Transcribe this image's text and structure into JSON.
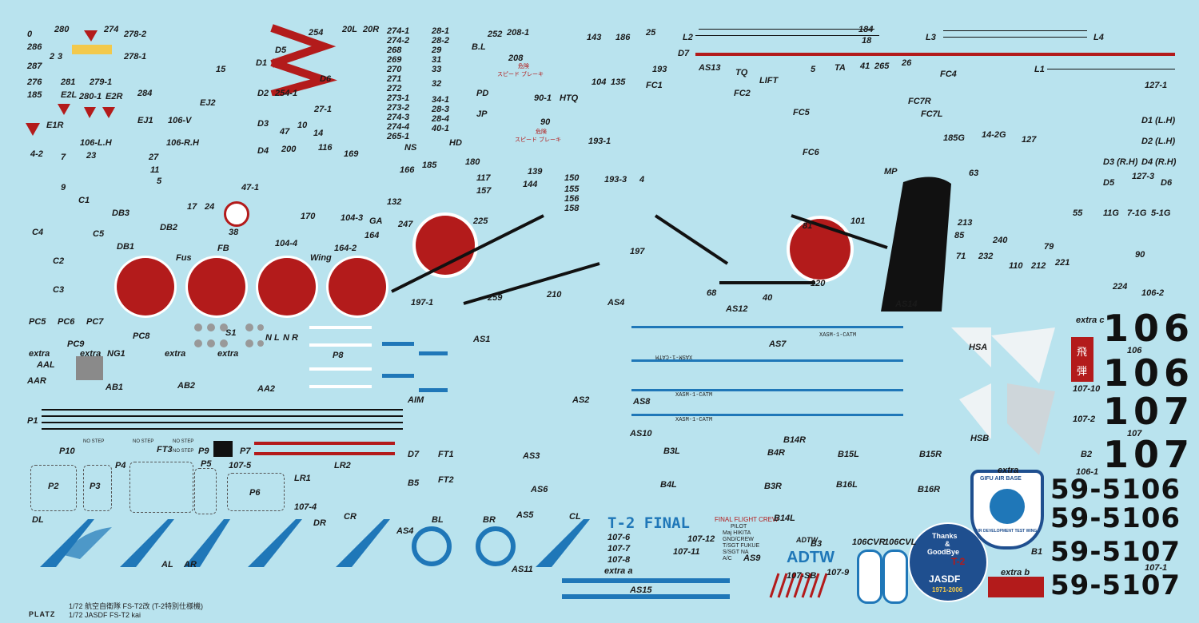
{
  "labels": {
    "top_left": [
      "0",
      "280",
      "274",
      "278-2",
      "286",
      "278-1",
      "287",
      "2",
      "3",
      "276",
      "281",
      "279-1",
      "185",
      "E2L",
      "280-1",
      "E2R",
      "284",
      "E1R",
      "EJ2",
      "EJ1",
      "106-V",
      "106-L.H",
      "106-R.H",
      "4-2",
      "7",
      "23",
      "27",
      "11",
      "5",
      "15",
      "D1",
      "D2",
      "D3",
      "D4",
      "D5",
      "D6",
      "254",
      "254-1",
      "27-1",
      "10",
      "47",
      "14",
      "200",
      "116",
      "169",
      "170",
      "9",
      "C1",
      "C4",
      "C5",
      "C2",
      "C3",
      "DB3",
      "DB2",
      "DB1",
      "Fus",
      "FB",
      "Wing",
      "PC5",
      "PC6",
      "PC7",
      "PC8",
      "PC9",
      "S1",
      "N L",
      "N R",
      "P8",
      "extra",
      "NG1",
      "AAL",
      "AAR",
      "AB1",
      "AB2",
      "AA2",
      "AIM",
      "P1",
      "P10",
      "FT3",
      "P9",
      "P7",
      "P2",
      "P3",
      "P4",
      "P5",
      "107-5",
      "P6",
      "LR1",
      "LR2",
      "107-4",
      "D7",
      "B5",
      "FT1",
      "FT2",
      "DL",
      "AL",
      "AR",
      "DR",
      "CR",
      "AS4",
      "BL",
      "BR",
      "CL",
      "AS5",
      "AS11",
      "17",
      "24",
      "38",
      "47-1",
      "104-3",
      "104-4",
      "164-2",
      "GA",
      "164",
      "247",
      "225",
      "197-1",
      "259",
      "210",
      "20L",
      "20R",
      "132",
      "274-1",
      "274-2",
      "268",
      "269",
      "270",
      "271",
      "272",
      "273-1",
      "273-2",
      "274-3",
      "274-4",
      "265-1",
      "28-1",
      "28-2",
      "29",
      "31",
      "33",
      "32",
      "34-1",
      "28-3",
      "28-4",
      "40-1",
      "NS",
      "HD",
      "166",
      "185",
      "180",
      "252",
      "208-1",
      "B.L",
      "208",
      "PD",
      "90-1",
      "HTQ",
      "JP",
      "90",
      "117",
      "157",
      "144",
      "139",
      "150",
      "155",
      "156",
      "158",
      "193-1",
      "193-3",
      "4",
      "143",
      "186",
      "25",
      "104",
      "135",
      "193",
      "FC1",
      "AS13",
      "TQ",
      "LIFT",
      "5",
      "TA",
      "41",
      "265",
      "26",
      "L2",
      "L3",
      "L4",
      "184",
      "18",
      "D7",
      "L1",
      "FC2",
      "FC5",
      "FC6",
      "FC4",
      "FC7R",
      "FC7L",
      "MP",
      "185G",
      "14-2G",
      "127",
      "63",
      "127-1",
      "D1 (L.H)",
      "D2 (L.H)",
      "D3 (R.H)",
      "D4 (R.H)",
      "D5",
      "D6",
      "127-3",
      "55",
      "11G",
      "7-1G",
      "5-1G",
      "213",
      "85",
      "240",
      "197",
      "81",
      "101",
      "120",
      "68",
      "40",
      "AS14",
      "AS12",
      "AS4",
      "AS1",
      "AS7",
      "AS2",
      "AS8",
      "AS10",
      "AS3",
      "AS6",
      "B3L",
      "B4L",
      "B3R",
      "B4R",
      "B14R",
      "B15L",
      "B15R",
      "B16L",
      "B16R",
      "B14L",
      "71",
      "232",
      "110",
      "212",
      "221",
      "224",
      "79",
      "106-2",
      "90",
      "HSA",
      "HSB",
      "extra c",
      "106",
      "107",
      "107-10",
      "107-2",
      "B2",
      "106-1",
      "extra",
      "B1",
      "107-1",
      "extra b",
      "extra a",
      "AS9",
      "AS15",
      "106CVR",
      "106CVL",
      "ADTW",
      "B3",
      "107-9",
      "107-SB",
      "107-6",
      "107-7",
      "107-8",
      "107-11",
      "107-12"
    ]
  },
  "big_numbers": {
    "n106a": "106",
    "n106b": "106",
    "n107a": "107",
    "n107b": "107"
  },
  "serials": [
    "59-5106",
    "59-5106",
    "59-5107",
    "59-5107"
  ],
  "final": {
    "title": "T-2 FINAL",
    "crew_title": "FINAL FLIGHT CREW",
    "pilot": "PILOT",
    "crew_lines": [
      "Maj HIKITA",
      "GND/CREW",
      "T/SGT FUKUE",
      "S/SGT NA",
      "A/C"
    ]
  },
  "xasm": "XASM-1-CATM",
  "adtw": "ADTW",
  "gifu": {
    "top": "GIFU AIR BASE",
    "bottom": "AIR DEVELOPMENT TEST WING"
  },
  "badge": {
    "line1": "Thanks",
    "line2": "&",
    "line3": "GoodBye",
    "t2": "T-2",
    "jasdf": "JASDF",
    "years": "1971-2006"
  },
  "no_step": "NO STEP",
  "jp_marks": {
    "brake": "スピード ブレーキ",
    "danger": "危険",
    "bullet": "弾",
    "kanji": "飛"
  },
  "footer": {
    "brand": "PLATZ",
    "line1": "1/72 航空自衛隊 FS-T2改 (T-2特別仕様機)",
    "line2": "1/72 JASDF FS-T2 kai"
  },
  "colors": {
    "background": "#b9e3ee",
    "red": "#b31b1b",
    "blue": "#1f77b8",
    "black": "#111111"
  }
}
